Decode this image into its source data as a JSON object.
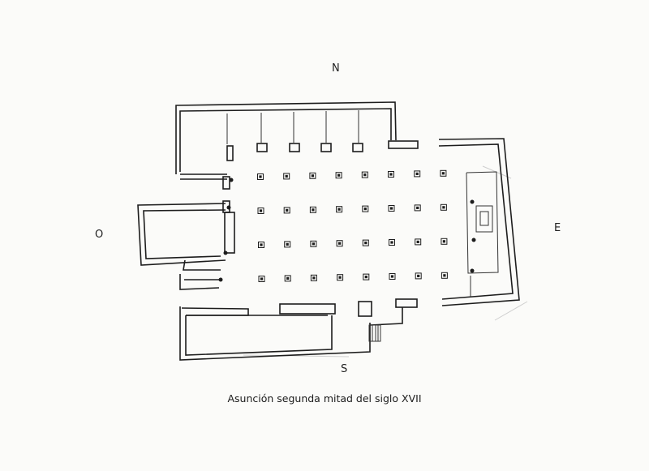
{
  "compass": {
    "north": "N",
    "south": "S",
    "east": "E",
    "west": "O"
  },
  "caption": "Asunción segunda mitad del siglo XVII",
  "colors": {
    "ink": "#1d1d1d",
    "paper": "#fbfbf9"
  },
  "plan": {
    "pillar_rows": 4,
    "pillar_columns": 8
  }
}
